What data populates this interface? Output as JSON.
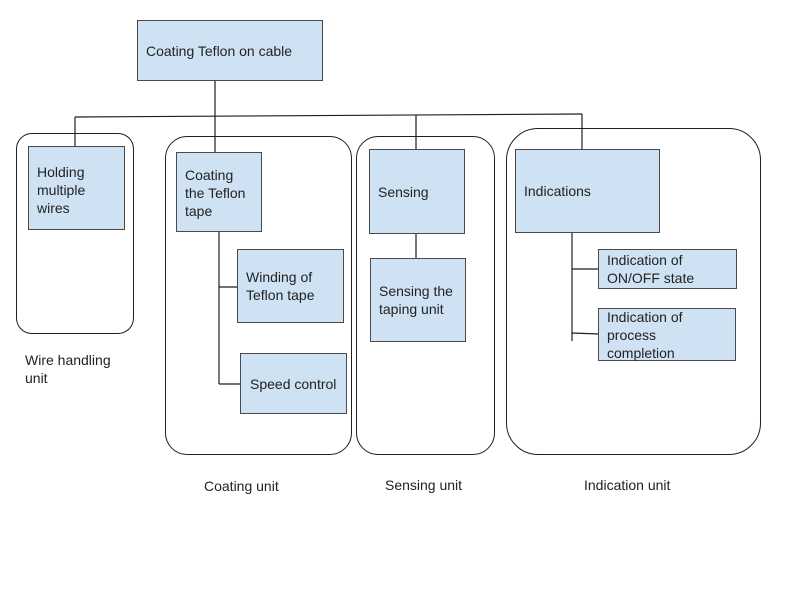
{
  "diagram": {
    "root": "Coating Teflon on cable",
    "units": {
      "wire_handling": {
        "caption": "Wire handling unit",
        "nodes": [
          "Holding multiple wires"
        ]
      },
      "coating": {
        "caption": "Coating unit",
        "nodes": [
          "Coating the Teflon tape",
          "Winding of Teflon tape",
          "Speed control"
        ]
      },
      "sensing": {
        "caption": "Sensing unit",
        "nodes": [
          "Sensing",
          "Sensing the taping unit"
        ]
      },
      "indication": {
        "caption": "Indication unit",
        "nodes": [
          "Indications",
          "Indication of ON/OFF state",
          "Indication of process completion"
        ]
      }
    }
  },
  "colors": {
    "node_fill": "#cfe2f3",
    "node_border": "#4a4a4a",
    "line": "#1f1f1f"
  }
}
